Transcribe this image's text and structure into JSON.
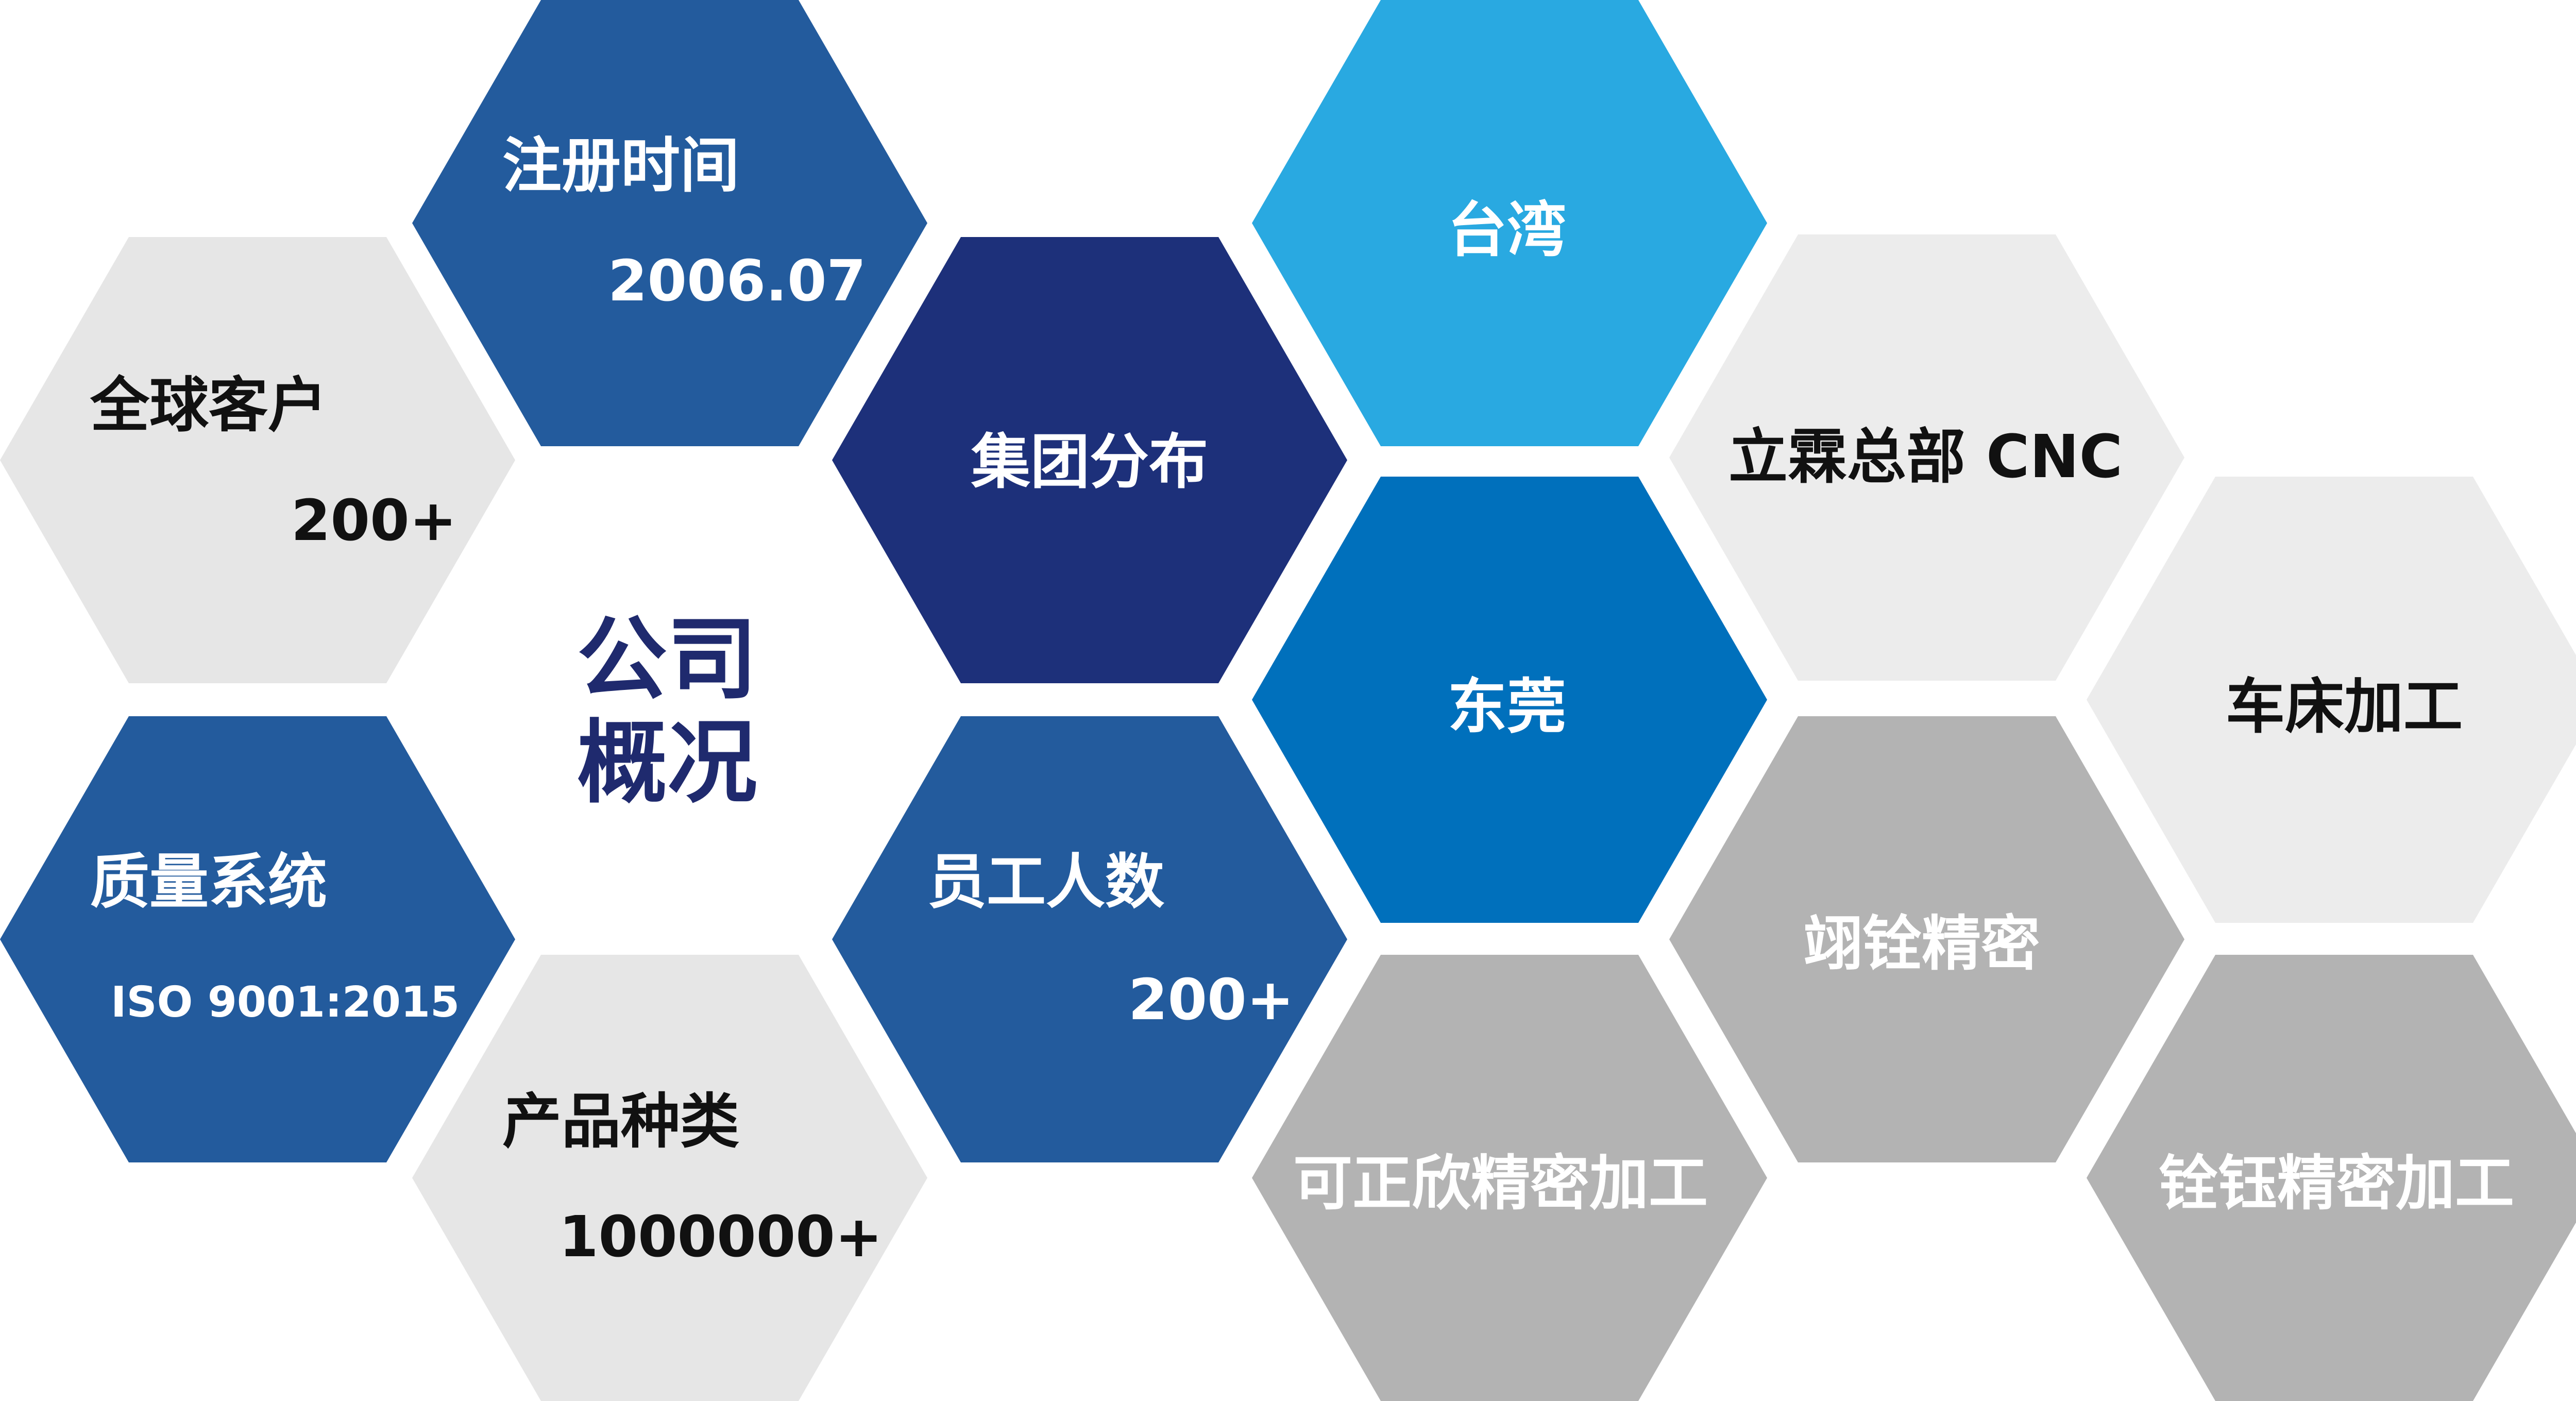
{
  "center_title": {
    "line1": "公司",
    "line2": "概况"
  },
  "colors": {
    "navy": "#1d307a",
    "blue": "#235b9d",
    "mid_blue": "#0070bc",
    "light_blue": "#29a9e1",
    "light_gray": "#e6e6e6",
    "lighter_gray": "#ececec",
    "gray": "#b3b3b3",
    "text_dark": "#111111",
    "text_white": "#ffffff",
    "title_text": "#1f2a6e"
  },
  "company_overview": {
    "registration": {
      "label": "注册时间",
      "value": "2006.07"
    },
    "global_customers": {
      "label": "全球客户",
      "value": "200+"
    },
    "quality_system": {
      "label": "质量系统",
      "value": "ISO 9001:2015"
    },
    "product_types": {
      "label": "产品种类",
      "value": "1000000+"
    },
    "employees": {
      "label": "员工人数",
      "value": "200+"
    }
  },
  "group_distribution": {
    "title": "集团分布",
    "locations": [
      {
        "name": "台湾"
      },
      {
        "name": "东莞"
      },
      {
        "name": "立霖总部 CNC"
      },
      {
        "name": "车床加工"
      },
      {
        "name": "翊铨精密"
      },
      {
        "name": "可正欣精密加工"
      },
      {
        "name": "铨钰精密加工"
      }
    ]
  }
}
